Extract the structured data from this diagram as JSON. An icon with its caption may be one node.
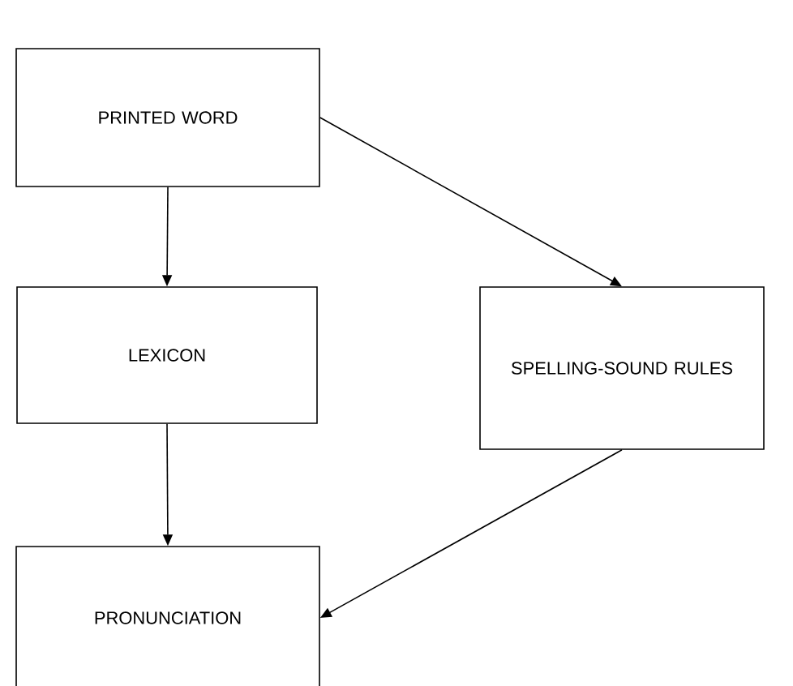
{
  "diagram": {
    "nodes": [
      {
        "text": [
          "PRINTED WORD"
        ]
      },
      {
        "text": [
          "LEXICON"
        ]
      },
      {
        "text": [
          "SPELLING-SOUND RULES"
        ]
      },
      {
        "text": [
          "PRONUNCIATION"
        ]
      }
    ],
    "edges": [
      {
        "from": 0,
        "to": 1,
        "arrow": "to"
      },
      {
        "from": 0,
        "to": 2,
        "arrow": "to"
      },
      {
        "from": 1,
        "to": 3,
        "arrow": "to"
      },
      {
        "from": 2,
        "to": 3,
        "arrow": "to"
      }
    ]
  }
}
